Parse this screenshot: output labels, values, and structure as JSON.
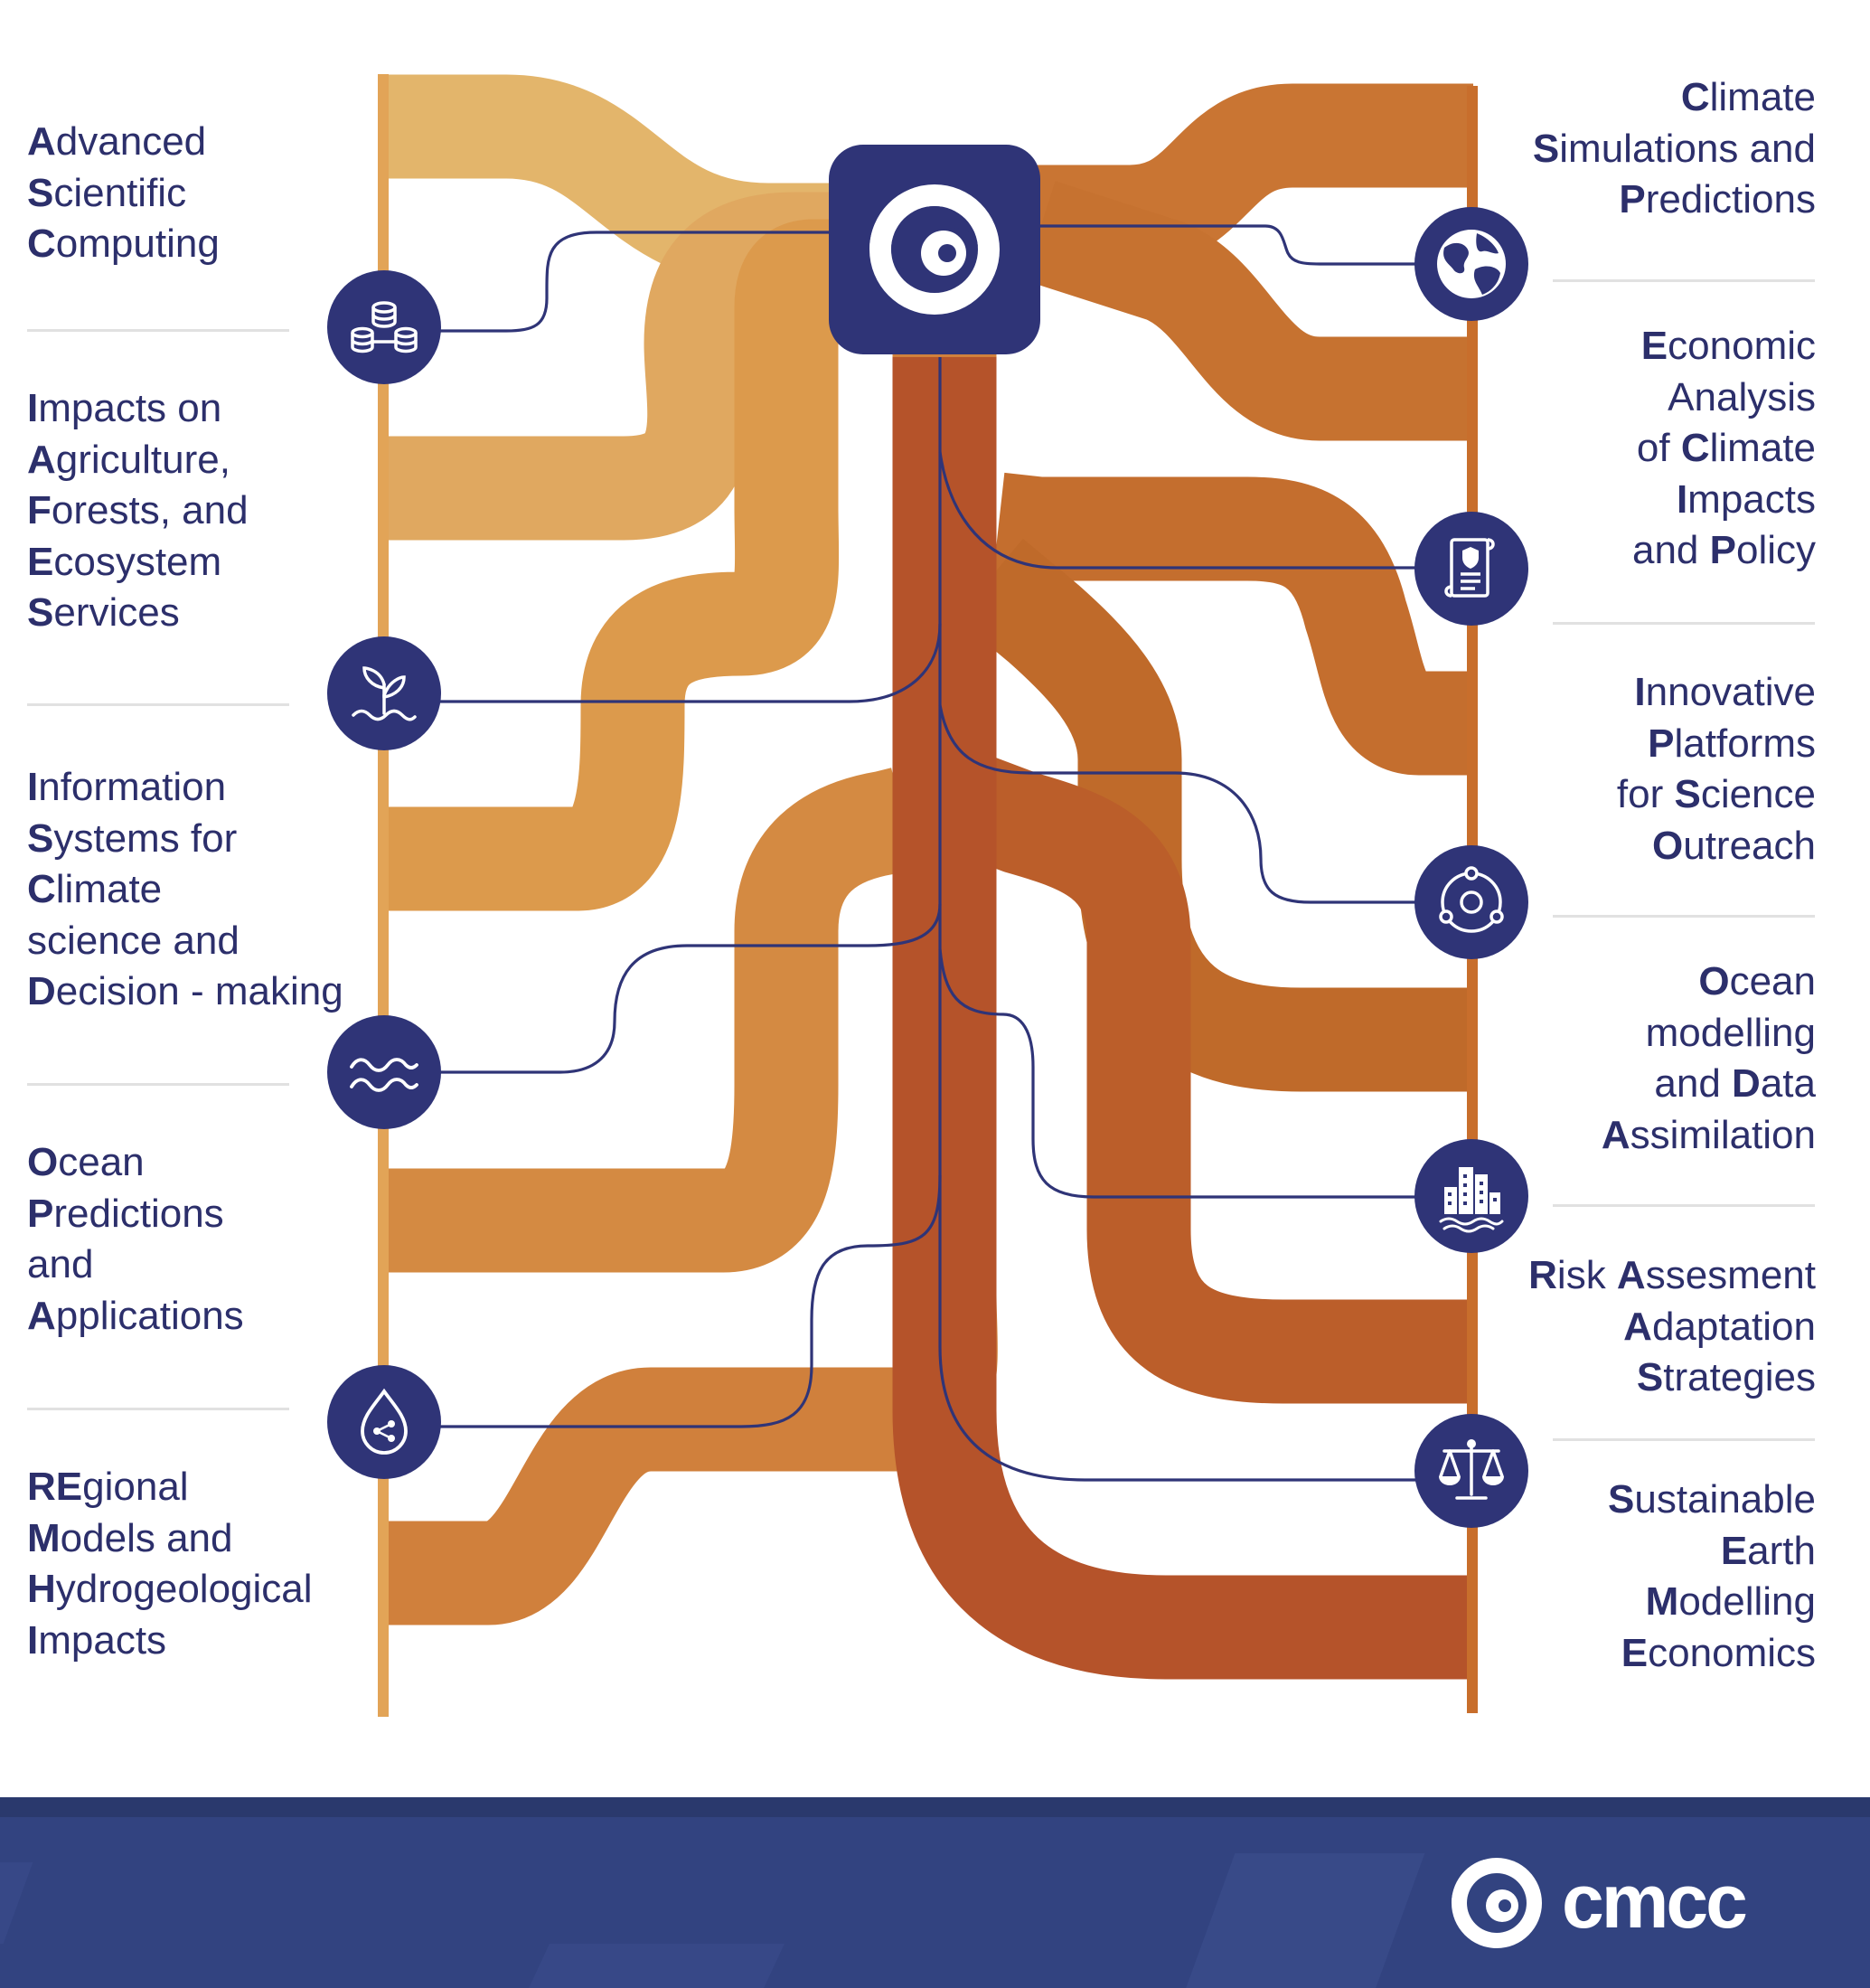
{
  "colors": {
    "navy": "#2f3477",
    "footer": "#324380",
    "stream_light": "#e3b56b",
    "stream_mid": "#dc9a4c",
    "stream_orange": "#d0803c",
    "stream_dark": "#bf6a2a",
    "stream_red": "#b5532a",
    "divider": "#e1e1e1"
  },
  "central_logo": {
    "icon": "cmcc-swirl-icon"
  },
  "left_divisions": [
    {
      "icon": "database-network-icon",
      "lines": [
        [
          [
            "A",
            "dvanced"
          ]
        ],
        [
          [
            "S",
            "cientific"
          ]
        ],
        [
          [
            "C",
            "omputing"
          ]
        ]
      ]
    },
    {
      "icon": "plant-sprout-icon",
      "lines": [
        [
          [
            "I",
            "mpacts on"
          ]
        ],
        [
          [
            "A",
            "griculture,"
          ]
        ],
        [
          [
            "F",
            "orests, and"
          ]
        ],
        [
          [
            "E",
            "cosystem"
          ]
        ],
        [
          [
            "S",
            "ervices"
          ]
        ]
      ]
    },
    {
      "icon": "waves-icon",
      "lines": [
        [
          [
            "I",
            "nformation"
          ]
        ],
        [
          [
            "S",
            "ystems for"
          ]
        ],
        [
          [
            "C",
            "limate"
          ]
        ],
        [
          [
            "",
            "science and"
          ]
        ],
        [
          [
            "D",
            "ecision - making"
          ]
        ]
      ]
    },
    {
      "icon": "water-drop-share-icon",
      "lines": [
        [
          [
            "O",
            "cean"
          ]
        ],
        [
          [
            "P",
            "redictions"
          ]
        ],
        [
          [
            "",
            "and"
          ]
        ],
        [
          [
            "A",
            "pplications"
          ]
        ]
      ]
    },
    {
      "icon": "",
      "lines": [
        [
          [
            "RE",
            "gional"
          ]
        ],
        [
          [
            "M",
            "odels and"
          ]
        ],
        [
          [
            "H",
            "ydrogeological"
          ]
        ],
        [
          [
            "I",
            "mpacts"
          ]
        ]
      ]
    }
  ],
  "right_divisions": [
    {
      "icon": "globe-icon",
      "lines": [
        [
          [
            "C",
            "limate"
          ]
        ],
        [
          [
            "S",
            "imulations and"
          ]
        ],
        [
          [
            "P",
            "redictions"
          ]
        ]
      ]
    },
    {
      "icon": "policy-document-icon",
      "lines": [
        [
          [
            "E",
            "conomic"
          ]
        ],
        [
          [
            "",
            "Analysis"
          ]
        ],
        [
          [
            "",
            "of "
          ],
          [
            "C",
            "limate"
          ]
        ],
        [
          [
            "I",
            "mpacts"
          ]
        ],
        [
          [
            "",
            "and "
          ],
          [
            "P",
            "olicy"
          ]
        ]
      ]
    },
    {
      "icon": "orbit-network-icon",
      "lines": [
        [
          [
            "I",
            "nnovative"
          ]
        ],
        [
          [
            "P",
            "latforms"
          ]
        ],
        [
          [
            "",
            "for "
          ],
          [
            "S",
            "cience"
          ]
        ],
        [
          [
            "O",
            "utreach"
          ]
        ]
      ]
    },
    {
      "icon": "coastal-city-icon",
      "lines": [
        [
          [
            "O",
            "cean"
          ]
        ],
        [
          [
            "",
            "modelling"
          ]
        ],
        [
          [
            "",
            "and "
          ],
          [
            "D",
            "ata"
          ]
        ],
        [
          [
            "A",
            "ssimilation"
          ]
        ]
      ]
    },
    {
      "icon": "balance-scale-icon",
      "lines": [
        [
          [
            "R",
            "isk "
          ],
          [
            "A",
            "ssesment"
          ]
        ],
        [
          [
            "A",
            "daptation"
          ]
        ],
        [
          [
            "S",
            "trategies"
          ]
        ]
      ]
    },
    {
      "icon": "",
      "lines": [
        [
          [
            "S",
            "ustainable"
          ]
        ],
        [
          [
            "E",
            "arth"
          ]
        ],
        [
          [
            "M",
            "odelling"
          ]
        ],
        [
          [
            "E",
            "conomics"
          ]
        ]
      ]
    }
  ],
  "footer": {
    "brand": "cmcc",
    "logo_icon": "cmcc-swirl-icon"
  }
}
